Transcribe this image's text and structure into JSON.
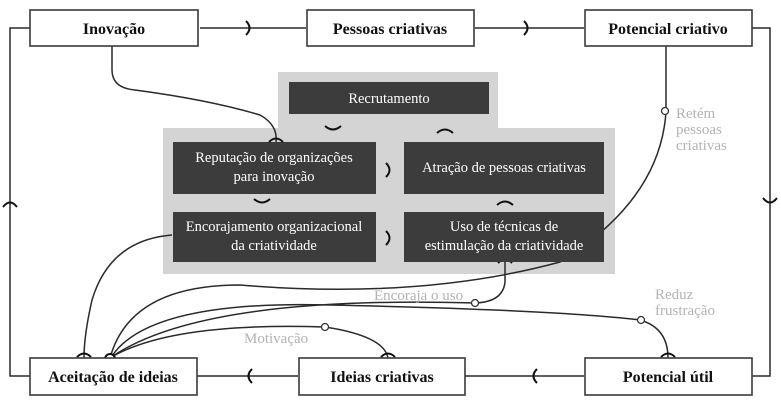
{
  "outer_nodes": {
    "inovacao": "Inovação",
    "pessoas_criativas": "Pessoas criativas",
    "potencial_criativo": "Potencial criativo",
    "aceitacao_ideias": "Aceitação de ideias",
    "ideias_criativas": "Ideias criativas",
    "potencial_util": "Potencial útil"
  },
  "inner_nodes": {
    "recrutamento": "Recrutamento",
    "reputacao": [
      "Reputação de organizações",
      "para inovação"
    ],
    "atracao": "Atração de pessoas criativas",
    "encorajamento": [
      "Encorajamento organizacional",
      "da criatividade"
    ],
    "uso_tecnicas": [
      "Uso de técnicas de",
      "estimulação da criatividade"
    ]
  },
  "link_labels": {
    "retem": [
      "Retém",
      "pessoas",
      "criativas"
    ],
    "encoraja": "Encoraja o uso",
    "reduz": [
      "Reduz",
      "frustração"
    ],
    "motivacao": "Motivação"
  },
  "colors": {
    "inner_panel": "#d4d4d4",
    "inner_box": "#3c3c3c",
    "outer_border": "#3a3a3a",
    "link_label": "#b3b3b3"
  }
}
